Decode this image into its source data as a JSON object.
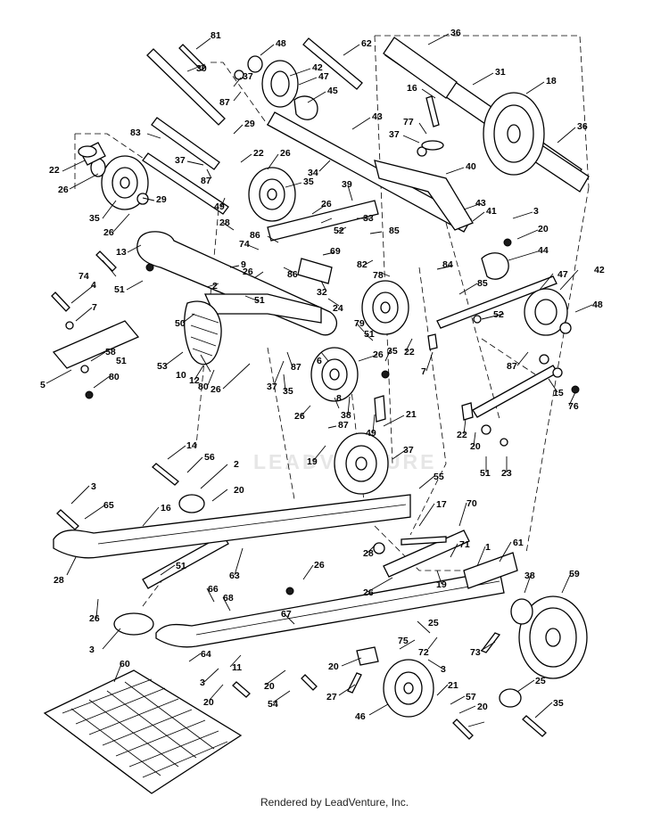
{
  "diagram": {
    "watermark": "LEADVENTURE",
    "footer": "Rendered by LeadVenture, Inc.",
    "callouts": [
      {
        "id": "81",
        "label": "81"
      },
      {
        "id": "48a",
        "label": "48"
      },
      {
        "id": "62",
        "label": "62"
      },
      {
        "id": "36a",
        "label": "36"
      },
      {
        "id": "30",
        "label": "30"
      },
      {
        "id": "42a",
        "label": "42"
      },
      {
        "id": "47a",
        "label": "47"
      },
      {
        "id": "37a",
        "label": "37"
      },
      {
        "id": "45",
        "label": "45"
      },
      {
        "id": "87a",
        "label": "87"
      },
      {
        "id": "31",
        "label": "31"
      },
      {
        "id": "18",
        "label": "18"
      },
      {
        "id": "16a",
        "label": "16"
      },
      {
        "id": "29a",
        "label": "29"
      },
      {
        "id": "43a",
        "label": "43"
      },
      {
        "id": "83",
        "label": "83"
      },
      {
        "id": "77",
        "label": "77"
      },
      {
        "id": "36b",
        "label": "36"
      },
      {
        "id": "37b",
        "label": "37"
      },
      {
        "id": "22a",
        "label": "22"
      },
      {
        "id": "26a",
        "label": "26"
      },
      {
        "id": "37c",
        "label": "37"
      },
      {
        "id": "22b",
        "label": "22"
      },
      {
        "id": "34",
        "label": "34"
      },
      {
        "id": "40",
        "label": "40"
      },
      {
        "id": "87b",
        "label": "87"
      },
      {
        "id": "26b",
        "label": "26"
      },
      {
        "id": "35a",
        "label": "35"
      },
      {
        "id": "39",
        "label": "39"
      },
      {
        "id": "43b",
        "label": "43"
      },
      {
        "id": "29b",
        "label": "29"
      },
      {
        "id": "49a",
        "label": "49"
      },
      {
        "id": "26c",
        "label": "26"
      },
      {
        "id": "41",
        "label": "41"
      },
      {
        "id": "3a",
        "label": "3"
      },
      {
        "id": "35b",
        "label": "35"
      },
      {
        "id": "26d",
        "label": "26"
      },
      {
        "id": "28a",
        "label": "28"
      },
      {
        "id": "33",
        "label": "33"
      },
      {
        "id": "52a",
        "label": "52"
      },
      {
        "id": "20a",
        "label": "20"
      },
      {
        "id": "86a",
        "label": "86"
      },
      {
        "id": "85a",
        "label": "85"
      },
      {
        "id": "74a",
        "label": "74"
      },
      {
        "id": "69",
        "label": "69"
      },
      {
        "id": "44",
        "label": "44"
      },
      {
        "id": "13",
        "label": "13"
      },
      {
        "id": "82",
        "label": "82"
      },
      {
        "id": "74b",
        "label": "74"
      },
      {
        "id": "9",
        "label": "9"
      },
      {
        "id": "26e",
        "label": "26"
      },
      {
        "id": "78",
        "label": "78"
      },
      {
        "id": "84",
        "label": "84"
      },
      {
        "id": "86b",
        "label": "86"
      },
      {
        "id": "47b",
        "label": "47"
      },
      {
        "id": "42b",
        "label": "42"
      },
      {
        "id": "4",
        "label": "4"
      },
      {
        "id": "51a",
        "label": "51"
      },
      {
        "id": "2a",
        "label": "2"
      },
      {
        "id": "32",
        "label": "32"
      },
      {
        "id": "51b",
        "label": "51"
      },
      {
        "id": "85b",
        "label": "85"
      },
      {
        "id": "24",
        "label": "24"
      },
      {
        "id": "48b",
        "label": "48"
      },
      {
        "id": "7a",
        "label": "7"
      },
      {
        "id": "52b",
        "label": "52"
      },
      {
        "id": "50",
        "label": "50"
      },
      {
        "id": "87c",
        "label": "87"
      },
      {
        "id": "79",
        "label": "79"
      },
      {
        "id": "51c",
        "label": "51"
      },
      {
        "id": "35c",
        "label": "35"
      },
      {
        "id": "26f",
        "label": "26"
      },
      {
        "id": "22c",
        "label": "22"
      },
      {
        "id": "7b",
        "label": "7"
      },
      {
        "id": "58",
        "label": "58"
      },
      {
        "id": "51d",
        "label": "51"
      },
      {
        "id": "53",
        "label": "53"
      },
      {
        "id": "10",
        "label": "10"
      },
      {
        "id": "12",
        "label": "12"
      },
      {
        "id": "80a",
        "label": "80"
      },
      {
        "id": "26g",
        "label": "26"
      },
      {
        "id": "87d",
        "label": "87"
      },
      {
        "id": "6",
        "label": "6"
      },
      {
        "id": "5",
        "label": "5"
      },
      {
        "id": "80b",
        "label": "80"
      },
      {
        "id": "37d",
        "label": "37"
      },
      {
        "id": "15",
        "label": "15"
      },
      {
        "id": "76",
        "label": "76"
      },
      {
        "id": "8",
        "label": "8"
      },
      {
        "id": "35d",
        "label": "35"
      },
      {
        "id": "26h",
        "label": "26"
      },
      {
        "id": "38a",
        "label": "38"
      },
      {
        "id": "21a",
        "label": "21"
      },
      {
        "id": "87e",
        "label": "87"
      },
      {
        "id": "22d",
        "label": "22"
      },
      {
        "id": "49b",
        "label": "49"
      },
      {
        "id": "20b",
        "label": "20"
      },
      {
        "id": "19a",
        "label": "19"
      },
      {
        "id": "37e",
        "label": "37"
      },
      {
        "id": "51e",
        "label": "51"
      },
      {
        "id": "23",
        "label": "23"
      },
      {
        "id": "14",
        "label": "14"
      },
      {
        "id": "56",
        "label": "56"
      },
      {
        "id": "2b",
        "label": "2"
      },
      {
        "id": "55",
        "label": "55"
      },
      {
        "id": "20c",
        "label": "20"
      },
      {
        "id": "3b",
        "label": "3"
      },
      {
        "id": "65",
        "label": "65"
      },
      {
        "id": "16b",
        "label": "16"
      },
      {
        "id": "17",
        "label": "17"
      },
      {
        "id": "70",
        "label": "70"
      },
      {
        "id": "71",
        "label": "71"
      },
      {
        "id": "1",
        "label": "1"
      },
      {
        "id": "61",
        "label": "61"
      },
      {
        "id": "28b",
        "label": "28"
      },
      {
        "id": "51f",
        "label": "51"
      },
      {
        "id": "63",
        "label": "63"
      },
      {
        "id": "26i",
        "label": "26"
      },
      {
        "id": "28c",
        "label": "28"
      },
      {
        "id": "26j",
        "label": "26"
      },
      {
        "id": "19b",
        "label": "19"
      },
      {
        "id": "38b",
        "label": "38"
      },
      {
        "id": "59",
        "label": "59"
      },
      {
        "id": "66",
        "label": "66"
      },
      {
        "id": "68",
        "label": "68"
      },
      {
        "id": "26k",
        "label": "26"
      },
      {
        "id": "67",
        "label": "67"
      },
      {
        "id": "3c",
        "label": "3"
      },
      {
        "id": "25a",
        "label": "25"
      },
      {
        "id": "75",
        "label": "75"
      },
      {
        "id": "72",
        "label": "72"
      },
      {
        "id": "73",
        "label": "73"
      },
      {
        "id": "60",
        "label": "60"
      },
      {
        "id": "64",
        "label": "64"
      },
      {
        "id": "11",
        "label": "11"
      },
      {
        "id": "20d",
        "label": "20"
      },
      {
        "id": "3d",
        "label": "3"
      },
      {
        "id": "3e",
        "label": "3"
      },
      {
        "id": "20e",
        "label": "20"
      },
      {
        "id": "20f",
        "label": "20"
      },
      {
        "id": "54",
        "label": "54"
      },
      {
        "id": "27",
        "label": "27"
      },
      {
        "id": "21b",
        "label": "21"
      },
      {
        "id": "25b",
        "label": "25"
      },
      {
        "id": "57",
        "label": "57"
      },
      {
        "id": "20g",
        "label": "20"
      },
      {
        "id": "35e",
        "label": "35"
      },
      {
        "id": "46",
        "label": "46"
      }
    ]
  }
}
